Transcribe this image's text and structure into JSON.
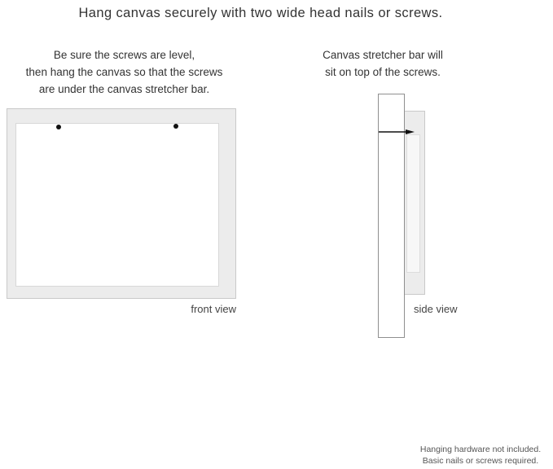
{
  "title": "Hang canvas securely with two wide head nails or screws.",
  "front": {
    "instructions": [
      "Be sure the screws are level,",
      "then hang the canvas so that the screws",
      "are under the canvas stretcher bar."
    ],
    "label": "front view"
  },
  "side": {
    "instructions": [
      "Canvas stretcher bar will",
      "sit on top of the screws."
    ],
    "label": "side view"
  },
  "footer": [
    "Hanging hardware not included.",
    "Basic nails or screws required."
  ],
  "colors": {
    "canvas_fill": "#ececec",
    "canvas_border": "#c9c9c9",
    "bar_border": "#8f8f8f",
    "nail": "#111111",
    "text": "#333333",
    "muted": "#555555"
  }
}
